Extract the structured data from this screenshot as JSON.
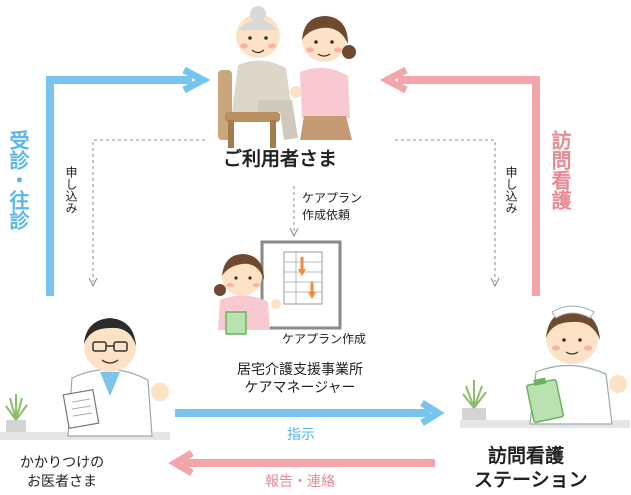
{
  "colors": {
    "blue_arrow": "#77c4ef",
    "pink_arrow": "#f2a6ac",
    "blue_text": "#5bb7e8",
    "pink_text": "#e98a93",
    "dotted": "#888888",
    "orange_mark": "#f28b3b"
  },
  "nodes": {
    "user": {
      "label": "ご利用者さま",
      "icon": "elderly-user-with-caregiver-icon"
    },
    "doctor": {
      "label_line1": "かかりつけの",
      "label_line2": "お医者さま",
      "icon": "doctor-icon"
    },
    "station": {
      "label_line1": "訪問看護",
      "label_line2": "ステーション",
      "icon": "nurse-icon"
    },
    "care_manager": {
      "label_line1": "居宅介護支援事業所",
      "label_line2": "ケアマネージャー",
      "icon": "care-manager-icon"
    }
  },
  "edges": {
    "doctor_to_user": "受診・往診",
    "station_to_user": "訪問看護",
    "apply_left": "申し込み",
    "apply_right": "申し込み",
    "request_line1": "ケアプラン",
    "request_line2": "作成依頼",
    "plan_creation": "ケアプラン作成",
    "instruction": "指示",
    "report": "報告・連絡"
  }
}
